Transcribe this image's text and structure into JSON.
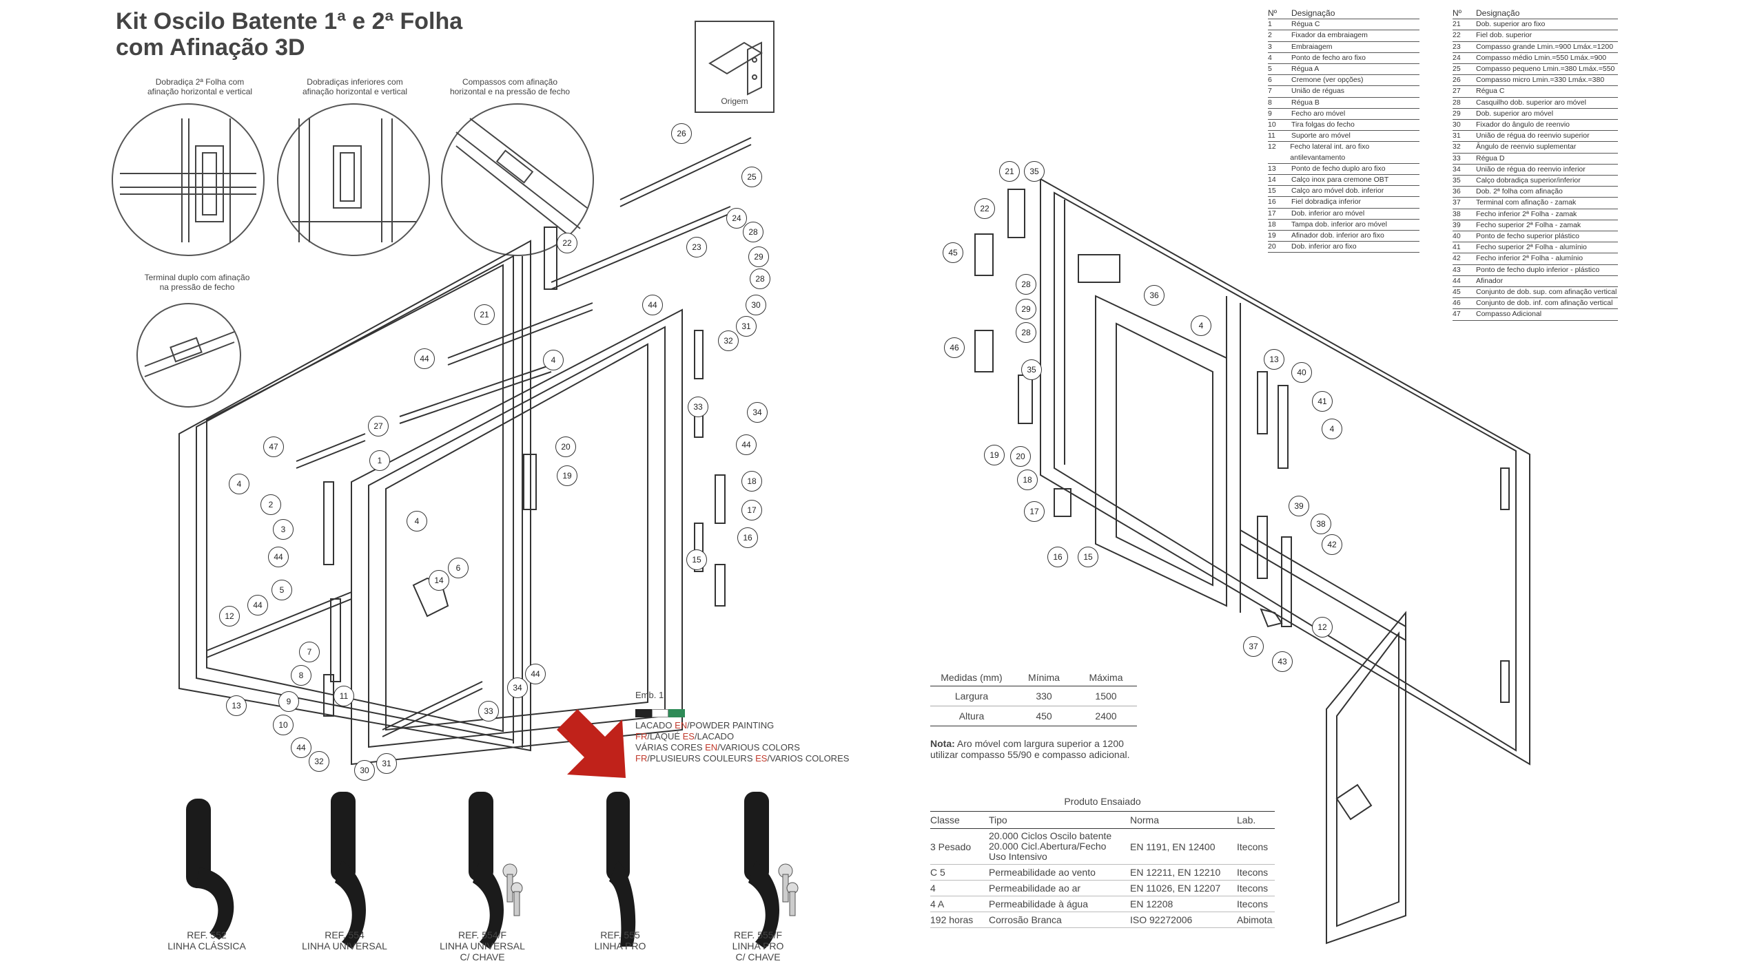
{
  "title": {
    "line1": "Kit Oscilo Batente 1ª e 2ª Folha",
    "line2": "com Afinação 3D"
  },
  "callouts": {
    "dobradica_2folha": [
      "Dobradiça 2ª Folha com",
      "afinação horizontal e vertical"
    ],
    "dobradicas_inferiores": [
      "Dobradiças inferiores com",
      "afinação horizontal e vertical"
    ],
    "compassos": [
      "Compassos com afinação",
      "horizontal e na pressão de fecho"
    ],
    "terminal_duplo": [
      "Terminal duplo com afinação",
      "na pressão de fecho"
    ],
    "origem": "Origem"
  },
  "balloons_left": [
    "26",
    "25",
    "22",
    "24",
    "28",
    "23",
    "29",
    "28",
    "21",
    "30",
    "44",
    "31",
    "32",
    "44",
    "4",
    "33",
    "34",
    "27",
    "47",
    "1",
    "20",
    "44",
    "19",
    "18",
    "4",
    "17",
    "2",
    "16",
    "3",
    "15",
    "44",
    "4",
    "6",
    "14",
    "5",
    "44",
    "12",
    "7",
    "8",
    "9",
    "11",
    "34",
    "44",
    "10",
    "13",
    "33",
    "44",
    "32",
    "31",
    "30"
  ],
  "balloons_right": [
    "21",
    "35",
    "22",
    "45",
    "28",
    "36",
    "29",
    "4",
    "28",
    "46",
    "13",
    "40",
    "35",
    "41",
    "4",
    "19",
    "20",
    "18",
    "39",
    "17",
    "16",
    "15",
    "38",
    "42",
    "12",
    "37",
    "43"
  ],
  "legend": {
    "header_no": "Nº",
    "header_des": "Designação",
    "col1": [
      {
        "no": "1",
        "des": "Régua C"
      },
      {
        "no": "2",
        "des": "Fixador da embraiagem"
      },
      {
        "no": "3",
        "des": "Embraiagem"
      },
      {
        "no": "4",
        "des": "Ponto de fecho aro fixo"
      },
      {
        "no": "5",
        "des": "Régua A"
      },
      {
        "no": "6",
        "des": "Cremone (ver opções)"
      },
      {
        "no": "7",
        "des": "União de réguas"
      },
      {
        "no": "8",
        "des": "Régua B"
      },
      {
        "no": "9",
        "des": "Fecho aro móvel"
      },
      {
        "no": "10",
        "des": "Tira folgas do fecho"
      },
      {
        "no": "11",
        "des": "Suporte aro móvel"
      },
      {
        "no": "12",
        "des": "Fecho lateral int. aro fixo antilevantamento"
      },
      {
        "no": "13",
        "des": "Ponto de fecho duplo aro fixo"
      },
      {
        "no": "14",
        "des": "Calço inox para cremone OBT"
      },
      {
        "no": "15",
        "des": "Calço aro móvel dob. inferior"
      },
      {
        "no": "16",
        "des": "Fiel dobradiça inferior"
      },
      {
        "no": "17",
        "des": "Dob. inferior aro móvel"
      },
      {
        "no": "18",
        "des": "Tampa dob. inferior aro móvel"
      },
      {
        "no": "19",
        "des": "Afinador dob. inferior aro fixo"
      },
      {
        "no": "20",
        "des": "Dob. inferior aro fixo"
      }
    ],
    "col2": [
      {
        "no": "21",
        "des": "Dob. superior aro fixo"
      },
      {
        "no": "22",
        "des": "Fiel dob. superior"
      },
      {
        "no": "23",
        "des": "Compasso grande Lmin.=900 Lmáx.=1200"
      },
      {
        "no": "24",
        "des": "Compasso médio Lmin.=550 Lmáx.=900"
      },
      {
        "no": "25",
        "des": "Compasso pequeno Lmin.=380 Lmáx.=550"
      },
      {
        "no": "26",
        "des": "Compasso micro Lmin.=330 Lmáx.=380"
      },
      {
        "no": "27",
        "des": "Régua C"
      },
      {
        "no": "28",
        "des": "Casquilho dob. superior aro móvel"
      },
      {
        "no": "29",
        "des": "Dob. superior aro móvel"
      },
      {
        "no": "30",
        "des": "Fixador do ângulo de reenvio"
      },
      {
        "no": "31",
        "des": "União de régua do reenvio superior"
      },
      {
        "no": "32",
        "des": "Ângulo de reenvio suplementar"
      },
      {
        "no": "33",
        "des": "Régua D"
      },
      {
        "no": "34",
        "des": "União de régua do reenvio inferior"
      },
      {
        "no": "35",
        "des": "Calço dobradiça superior/inferior"
      },
      {
        "no": "36",
        "des": "Dob. 2ª folha com afinação"
      },
      {
        "no": "37",
        "des": "Terminal com afinação - zamak"
      },
      {
        "no": "38",
        "des": "Fecho inferior 2ª Folha - zamak"
      },
      {
        "no": "39",
        "des": "Fecho superior 2ª Folha - zamak"
      },
      {
        "no": "40",
        "des": "Ponto de fecho superior plástico"
      },
      {
        "no": "41",
        "des": "Fecho superior 2ª Folha - alumínio"
      },
      {
        "no": "42",
        "des": "Fecho inferior 2ª Folha - alumínio"
      },
      {
        "no": "43",
        "des": "Ponto de fecho duplo inferior - plástico"
      },
      {
        "no": "44",
        "des": "Afinador"
      },
      {
        "no": "45",
        "des": "Conjunto de dob. sup. com afinação vertical"
      },
      {
        "no": "46",
        "des": "Conjunto de dob. inf. com afinação vertical"
      },
      {
        "no": "47",
        "des": "Compasso Adicional"
      }
    ]
  },
  "measures": {
    "headers": [
      "Medidas (mm)",
      "Mínima",
      "Máxima"
    ],
    "rows": [
      {
        "label": "Largura",
        "min": "330",
        "max": "1500"
      },
      {
        "label": "Altura",
        "min": "450",
        "max": "2400"
      }
    ],
    "note_bold": "Nota:",
    "note_text": " Aro móvel com largura superior a 1200",
    "note_line2": "utilizar compasso 55/90 e compasso adicional."
  },
  "tested": {
    "title": "Produto Ensaiado",
    "headers": [
      "Classe",
      "Tipo",
      "Norma",
      "Lab."
    ],
    "rows": [
      {
        "classe": "3 Pesado",
        "tipo": [
          "20.000 Ciclos Oscilo batente",
          "20.000 Cicl.Abertura/Fecho",
          "Uso Intensivo"
        ],
        "norma": "EN 1191, EN 12400",
        "lab": "Itecons"
      },
      {
        "classe": "C 5",
        "tipo": [
          "Permeabilidade ao vento"
        ],
        "norma": "EN 12211, EN 12210",
        "lab": "Itecons"
      },
      {
        "classe": "4",
        "tipo": [
          "Permeabilidade ao ar"
        ],
        "norma": "EN 11026, EN 12207",
        "lab": "Itecons"
      },
      {
        "classe": "4 A",
        "tipo": [
          "Permeabilidade à água"
        ],
        "norma": "EN 12208",
        "lab": "Itecons"
      },
      {
        "classe": "192 horas",
        "tipo": [
          "Corrosão Branca"
        ],
        "norma": "ISO 92272006",
        "lab": "Abimota"
      }
    ]
  },
  "finish": {
    "emb": "Emb. 1",
    "lines": [
      {
        "pre": "LACADO ",
        "a": "EN",
        "b": "/POWDER PAINTING"
      },
      {
        "pre": "",
        "a": "FR",
        "b": "/LAQUÉ ",
        "c": "ES",
        "d": "/LACADO"
      },
      {
        "pre": "VÁRIAS CORES ",
        "a": "EN",
        "b": "/VARIOUS COLORS"
      },
      {
        "pre": "",
        "a": "FR",
        "b": "/PLUSIEURS COULEURS ",
        "c": "ES",
        "d": "/VARIOS COLORES"
      }
    ],
    "swatch_colors": [
      "#222222",
      "#ffffff",
      "#2e8b57"
    ]
  },
  "handles": [
    {
      "ref": "REF. 552",
      "line": "LINHA CLÁSSICA",
      "key": false
    },
    {
      "ref": "REF. 554",
      "line": "LINHA UNIVERSAL",
      "key": false
    },
    {
      "ref": "REF. 554/F",
      "line": "LINHA UNIVERSAL",
      "line2": "C/ CHAVE",
      "key": true
    },
    {
      "ref": "REF. 555",
      "line": "LINHA PRO",
      "key": false
    },
    {
      "ref": "REF. 555/F",
      "line": "LINHA PRO",
      "line2": "C/ CHAVE",
      "key": true
    }
  ],
  "colors": {
    "arrow": "#c0221a",
    "ink": "#333333"
  }
}
